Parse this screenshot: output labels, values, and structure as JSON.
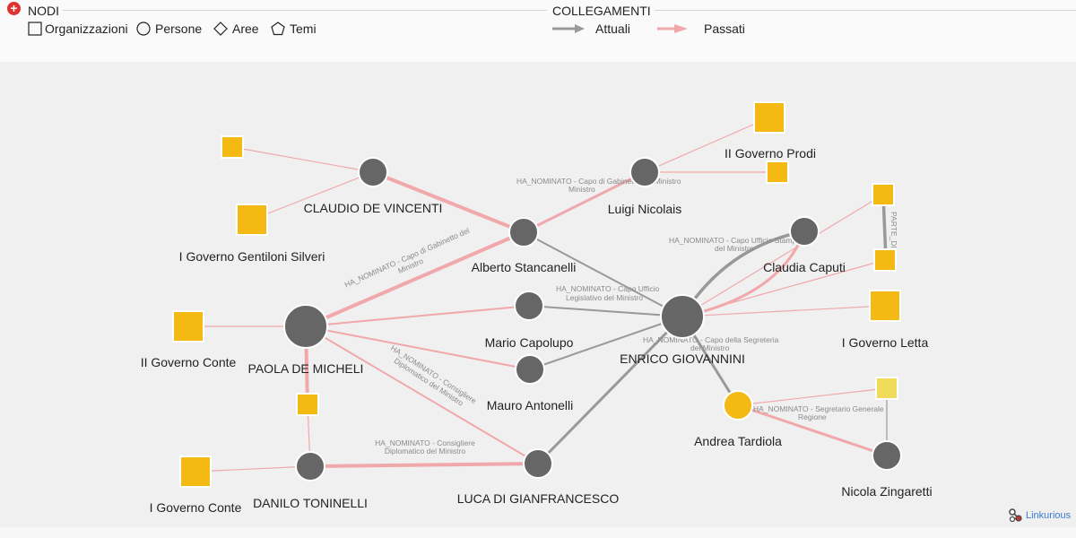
{
  "legend": {
    "nodes_title": "NODI",
    "links_title": "COLLEGAMENTI",
    "node_types": [
      {
        "shape": "square",
        "label": "Organizzazioni"
      },
      {
        "shape": "circle",
        "label": "Persone"
      },
      {
        "shape": "diamond",
        "label": "Aree"
      },
      {
        "shape": "pentagon",
        "label": "Temi"
      }
    ],
    "link_types": [
      {
        "label": "Attuali",
        "color": "#999999"
      },
      {
        "label": "Passati",
        "color": "#f0a8ab"
      }
    ]
  },
  "colors": {
    "person": "#666666",
    "org": "#f5b914",
    "org_light": "#f0dc5a",
    "current_link": "#999999",
    "past_link": "#f0a8ab",
    "add_button": "#e03131"
  },
  "nodes": [
    {
      "id": "n1",
      "label": "CLAUDIO DE VINCENTI"
    },
    {
      "id": "n2",
      "label": "I Governo Gentiloni Silveri"
    },
    {
      "id": "n3",
      "label": "II Governo Conte"
    },
    {
      "id": "n4",
      "label": "PAOLA DE MICHELI"
    },
    {
      "id": "n5",
      "label": "Alberto Stancanelli"
    },
    {
      "id": "n6",
      "label": "Luigi Nicolais"
    },
    {
      "id": "n7",
      "label": "II Governo Prodi"
    },
    {
      "id": "n8",
      "label": "Mario Capolupo"
    },
    {
      "id": "n9",
      "label": "Mauro Antonelli"
    },
    {
      "id": "n10",
      "label": "ENRICO GIOVANNINI"
    },
    {
      "id": "n11",
      "label": "Claudia Caputi"
    },
    {
      "id": "n12",
      "label": "I Governo Letta"
    },
    {
      "id": "n13",
      "label": "Andrea Tardiola"
    },
    {
      "id": "n14",
      "label": "Nicola Zingaretti"
    },
    {
      "id": "n15",
      "label": "DANILO TONINELLI"
    },
    {
      "id": "n16",
      "label": "I Governo Conte"
    },
    {
      "id": "n17",
      "label": "LUCA DI GIANFRANCESCO"
    }
  ],
  "edge_labels": [
    {
      "id": "e1",
      "text": "HA_NOMINATO - Capo di Gabinetto del Ministro"
    },
    {
      "id": "e2a",
      "text": "HA_NOMINATO - Capo di Gabinetto del"
    },
    {
      "id": "e2b",
      "text": "Ministro"
    },
    {
      "id": "e3a",
      "text": "HA_NOMINATO - Capo Ufficio Stampa"
    },
    {
      "id": "e3b",
      "text": "del Ministro"
    },
    {
      "id": "e4a",
      "text": "HA_NOMINATO - Capo Ufficio"
    },
    {
      "id": "e4b",
      "text": "Legislativo del Ministro"
    },
    {
      "id": "e5a",
      "text": "HA_NOMINATO - Capo della Segreteria"
    },
    {
      "id": "e5b",
      "text": "del Ministro"
    },
    {
      "id": "e6a",
      "text": "HA_NOMINATO - Consigliere"
    },
    {
      "id": "e6b",
      "text": "Diplomatico del Ministro"
    },
    {
      "id": "e7a",
      "text": "HA_NOMINATO - Consigliere"
    },
    {
      "id": "e7b",
      "text": "Diplomatico del Ministro"
    },
    {
      "id": "e8a",
      "text": "HA_NOMINATO - Segretario Generale"
    },
    {
      "id": "e8b",
      "text": "Regione"
    },
    {
      "id": "e9",
      "text": "PARTE_DI"
    }
  ],
  "brand": "Linkurious"
}
